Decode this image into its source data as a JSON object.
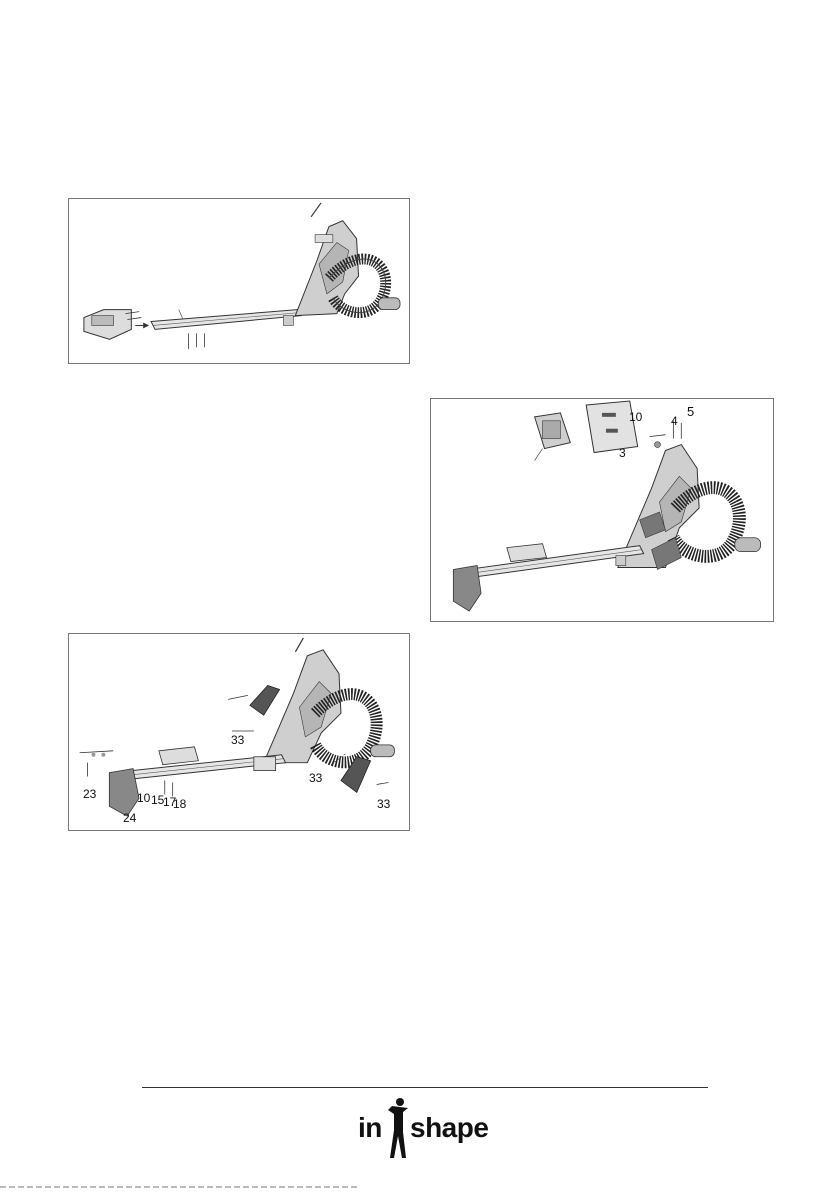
{
  "panels": {
    "top_left": {
      "callouts": []
    },
    "right": {
      "callouts": [
        "5",
        "10",
        "3",
        "4"
      ]
    },
    "bottom_left": {
      "callouts": [
        "33",
        "33",
        "33",
        "23",
        "24",
        "10",
        "15",
        "17",
        "18"
      ]
    }
  },
  "footer": {
    "logo": {
      "left": "in",
      "right": "shape",
      "icon": "figure-silhouette-icon"
    }
  }
}
